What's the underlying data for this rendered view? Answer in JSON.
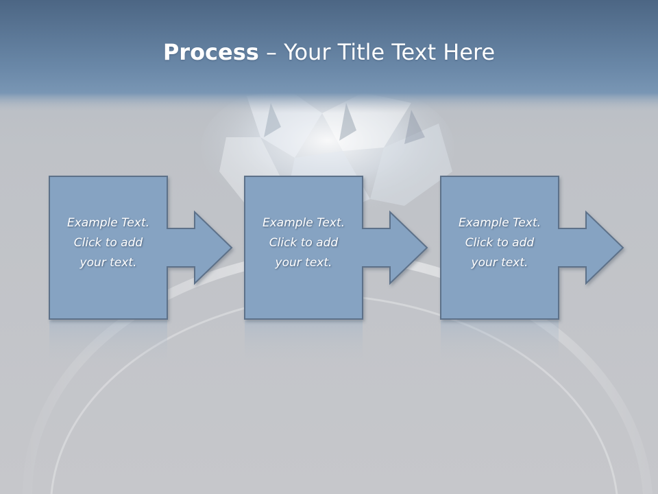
{
  "slide": {
    "title_bold": "Process",
    "title_rest": " – Your Title Text Here",
    "steps": [
      {
        "lines": [
          "Example Text.",
          "Click  to add",
          "your text."
        ]
      },
      {
        "lines": [
          "Example Text.",
          "Click  to add",
          "your text."
        ]
      },
      {
        "lines": [
          "Example Text.",
          "Click  to add",
          "your text."
        ]
      }
    ]
  },
  "colors": {
    "header_top": "#4c6684",
    "header_bottom": "#6f8eae",
    "background": "#c3c5ca",
    "shape_fill": "#86a3c2",
    "shape_stroke": "#5d7189"
  },
  "icons": {
    "background_art": "diamond-ring-image"
  }
}
